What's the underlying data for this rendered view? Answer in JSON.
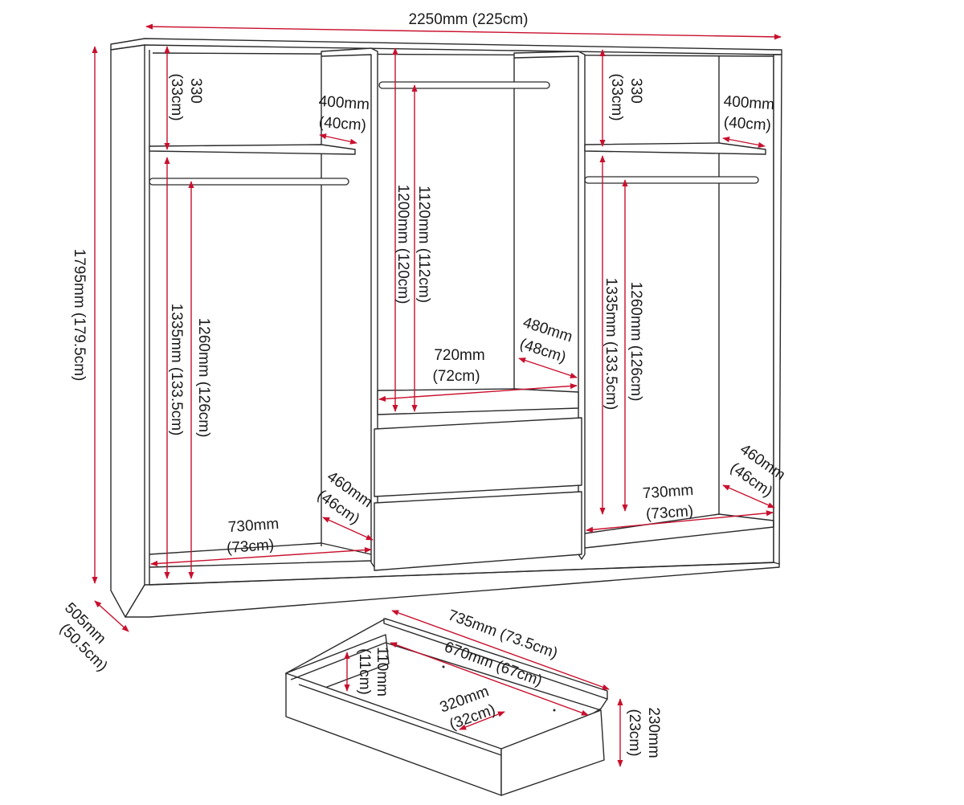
{
  "dimensions": {
    "overall_width": "2250mm (225cm)",
    "overall_height": "1795mm (179.5cm)",
    "depth_mm": "505mm",
    "depth_cm": "(50.5cm)",
    "left_top_shelf_mm": "330",
    "left_top_shelf_cm": "(33cm)",
    "right_top_shelf_mm": "330",
    "right_top_shelf_cm": "(33cm)",
    "left_shelf_depth_mm": "400mm",
    "left_shelf_depth_cm": "(40cm)",
    "right_shelf_depth_mm": "400mm",
    "right_shelf_depth_cm": "(40cm)",
    "left_inner_height": "1335mm (133.5cm)",
    "left_rail_height": "1260mm (126cm)",
    "right_inner_height": "1335mm (133.5cm)",
    "right_rail_height": "1260mm (126cm)",
    "center_inner_height": "1200mm (120cm)",
    "center_rail_height": "1120mm (112cm)",
    "center_depth_mm": "480mm",
    "center_depth_cm": "(48cm)",
    "center_width_mm": "720mm",
    "center_width_cm": "(72cm)",
    "left_width_mm": "730mm",
    "left_width_cm": "(73cm)",
    "right_width_mm": "730mm",
    "right_width_cm": "(73cm)",
    "left_depth_mm": "460mm",
    "left_depth_cm": "(46cm)",
    "right_depth_mm": "460mm",
    "right_depth_cm": "(46cm)",
    "drawer_outer_width": "735mm (73.5cm)",
    "drawer_inner_width": "670mm (67cm)",
    "drawer_inner_depth_mm": "320mm",
    "drawer_inner_depth_cm": "(32cm)",
    "drawer_inner_height_mm": "110mm",
    "drawer_inner_height_cm": "(11cm)",
    "drawer_height_mm": "230mm",
    "drawer_height_cm": "(23cm)"
  },
  "colors": {
    "outline": "#2a2a2a",
    "dimension_arrow": "#c8102e",
    "background": "#ffffff"
  }
}
